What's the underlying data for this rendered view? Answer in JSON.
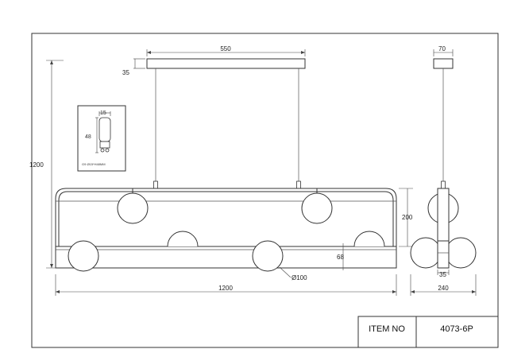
{
  "dimensions": {
    "canopy_width": "550",
    "canopy_height": "35",
    "total_height": "1200",
    "total_length": "1200",
    "frame_height": "200",
    "bar_height": "68",
    "globe_diameter": "Ø100",
    "side_canopy": "70",
    "side_bar": "35",
    "side_depth": "240"
  },
  "bulb": {
    "width": "15",
    "height": "48",
    "caption": "G9 Ø15*H48MM"
  },
  "title_block": {
    "item_label": "ITEM NO",
    "item_value": "4073-6P"
  }
}
